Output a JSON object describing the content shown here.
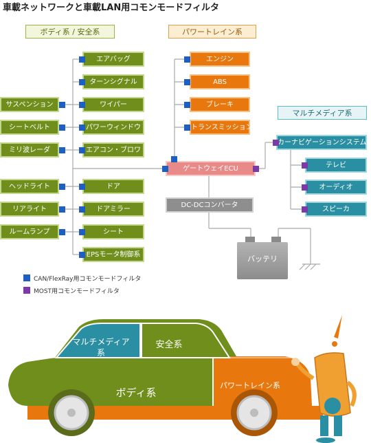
{
  "title": "車載ネットワークと車載LAN用コモンモードフィルタ",
  "headers": {
    "body": "ボディ系 / 安全系",
    "powertrain": "パワートレイン系",
    "multimedia": "マルチメディア系"
  },
  "left_nodes": [
    "サスペンション",
    "シートベルト",
    "ミリ波レーダ",
    "ヘッドライト",
    "リアライト",
    "ルームランプ"
  ],
  "body_nodes": [
    "エアバッグ",
    "ターンシグナル",
    "ワイパー",
    "パワーウィンドウ",
    "エアコン・ブロワ",
    "ドア",
    "ドアミラー",
    "シート",
    "EPSモータ制御系"
  ],
  "powertrain_nodes": [
    "エンジン",
    "ABS",
    "ブレーキ",
    "トランスミッション"
  ],
  "gateway": "ゲートウェイECU",
  "dcdc": "DC-DCコンバータ",
  "battery": "バッテリ",
  "car_navi": "カーナビゲーションシステム",
  "mm_nodes": [
    "テレビ",
    "オーディオ",
    "スピーカ"
  ],
  "legend": {
    "can": "CAN/FlexRay用コモンモードフィルタ",
    "most": "MOST用コモンモードフィルタ"
  },
  "car_labels": {
    "multimedia_line1": "マルチメディア",
    "multimedia_line2": "系",
    "safety": "安全系",
    "body": "ボディ系",
    "powertrain": "パワートレイン系"
  },
  "colors": {
    "body_green": "#6f8e1c",
    "powertrain_orange": "#e8780e",
    "multimedia_teal": "#2b8fa3",
    "gateway_pink": "#e88a88",
    "can_filter_blue": "#1f5fbf",
    "most_filter_purple": "#7b3aa8"
  }
}
